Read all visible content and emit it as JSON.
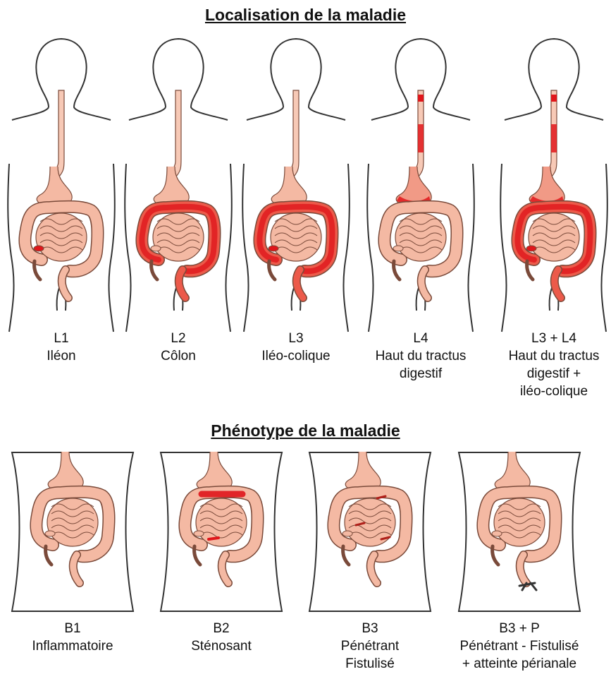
{
  "location_section": {
    "title": "Localisation de la maladie",
    "figures": [
      {
        "code": "L1",
        "lines": [
          "Iléon"
        ],
        "highlight": [
          "ileum"
        ]
      },
      {
        "code": "L2",
        "lines": [
          "Côlon"
        ],
        "highlight": [
          "colon"
        ]
      },
      {
        "code": "L3",
        "lines": [
          "Iléo-colique"
        ],
        "highlight": [
          "colon",
          "ileum"
        ]
      },
      {
        "code": "L4",
        "lines": [
          "Haut du tractus",
          "digestif"
        ],
        "highlight": [
          "upper"
        ]
      },
      {
        "code": "L3 + L4",
        "lines": [
          "Haut du tractus",
          "digestif +",
          "iléo-colique"
        ],
        "highlight": [
          "upper",
          "colon",
          "ileum"
        ]
      }
    ]
  },
  "phenotype_section": {
    "title": "Phénotype de la maladie",
    "figures": [
      {
        "code": "B1",
        "lines": [
          "Inflammatoire"
        ],
        "marker": "none"
      },
      {
        "code": "B2",
        "lines": [
          "Sténosant"
        ],
        "marker": "stricture"
      },
      {
        "code": "B3",
        "lines": [
          "Pénétrant",
          "Fistulisé"
        ],
        "marker": "fistula"
      },
      {
        "code": "B3 + P",
        "lines": [
          "Pénétrant - Fistulisé",
          "+ atteinte périanale"
        ],
        "marker": "perianal"
      }
    ]
  },
  "colors": {
    "organ_fill": "#f4b9a3",
    "organ_stroke": "#7a4a3a",
    "esophagus_fill": "#f7c9b6",
    "inflammation": "#e0161b",
    "outline": "#333333"
  }
}
